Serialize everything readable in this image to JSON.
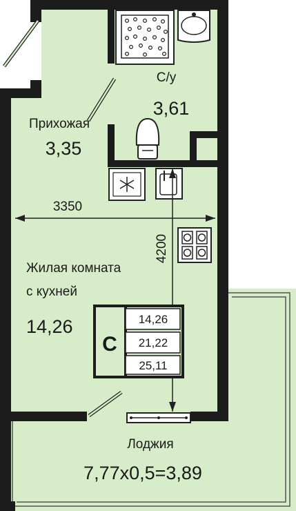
{
  "rooms": {
    "bathroom": {
      "label": "С/у",
      "area": "3,61"
    },
    "hallway": {
      "label": "Прихожая",
      "area": "3,35"
    },
    "living": {
      "label_line1": "Жилая комната",
      "label_line2": "с кухней",
      "area": "14,26"
    },
    "loggia": {
      "label": "Лоджия",
      "area": "7,77x0,5=3,89"
    }
  },
  "dimensions": {
    "width": "3350",
    "height": "4200"
  },
  "summary": {
    "class_letter": "С",
    "values": [
      "14,26",
      "21,22",
      "25,11"
    ]
  },
  "colors": {
    "floor": "#d7ecc9",
    "wall": "#1c1c1c",
    "balcony_frame": "#ffffff"
  }
}
